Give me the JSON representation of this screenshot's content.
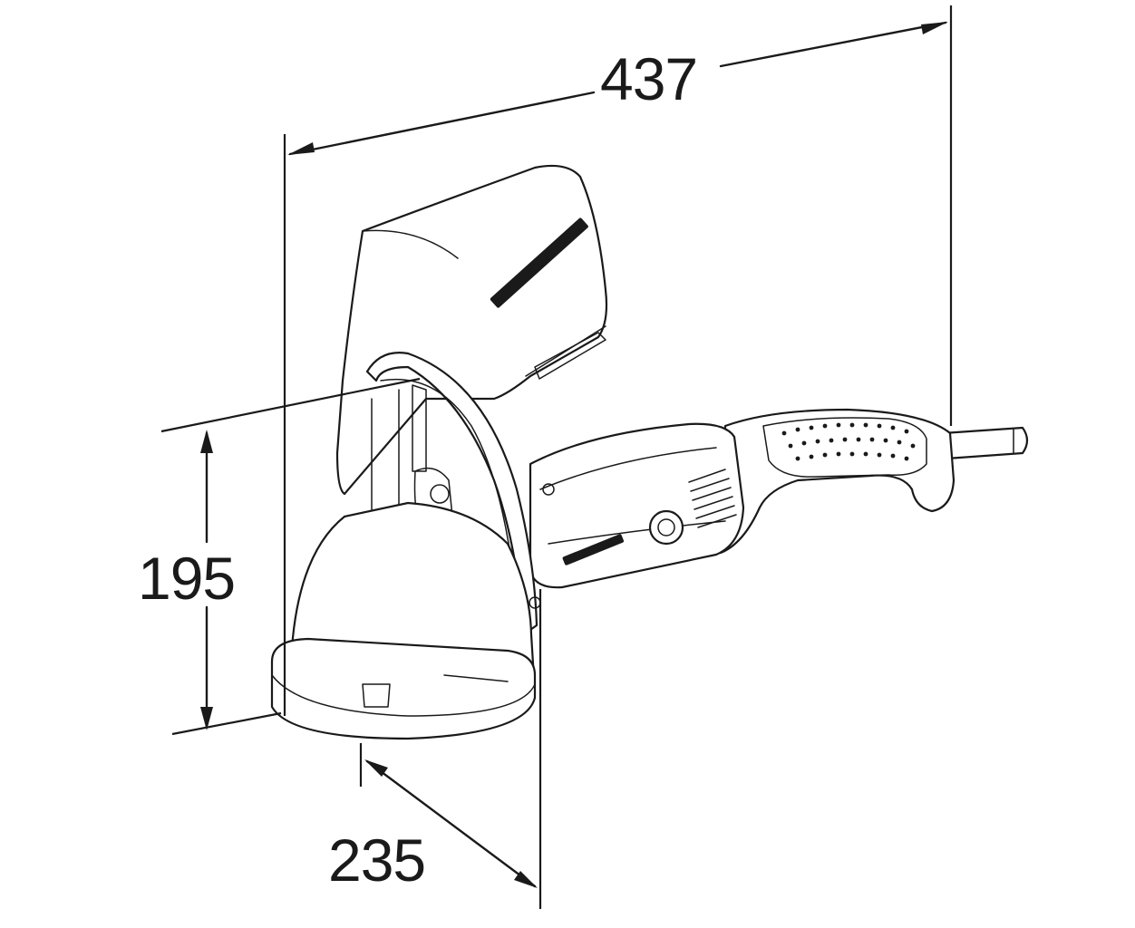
{
  "dimensions": {
    "length": "437",
    "height": "195",
    "diameter": "235"
  },
  "colors": {
    "line": "#1a1a1a",
    "background": "#ffffff"
  }
}
